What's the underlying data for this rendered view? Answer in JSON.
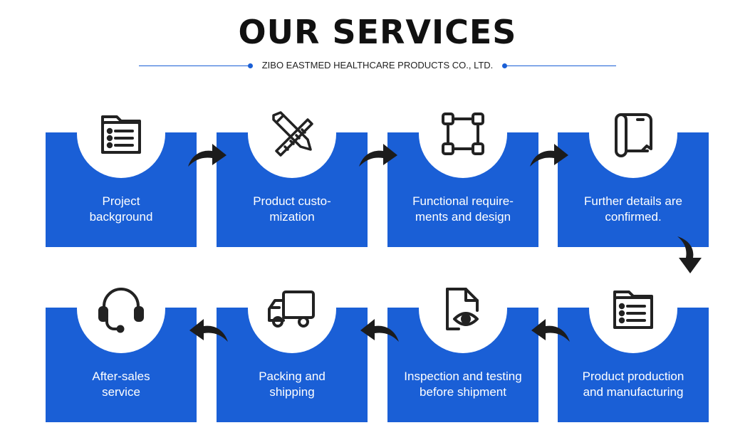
{
  "header": {
    "title": "OUR SERVICES",
    "subtitle": "ZIBO EASTMED HEALTHCARE PRODUCTS CO., LTD."
  },
  "colors": {
    "accent": "#1a5fd6",
    "text_dark": "#111111"
  },
  "steps": [
    {
      "label": "Project\nbackground",
      "icon": "folder-list-icon"
    },
    {
      "label": "Product custo-\nmization",
      "icon": "pencil-ruler-icon"
    },
    {
      "label": "Functional require-\nments and design",
      "icon": "vector-frame-icon"
    },
    {
      "label": "Further details are\nconfirmed.",
      "icon": "scroll-paper-icon"
    },
    {
      "label": "Product production\nand manufacturing",
      "icon": "folder-list-icon"
    },
    {
      "label": "Inspection and testing\nbefore shipment",
      "icon": "document-eye-icon"
    },
    {
      "label": "Packing and\nshipping",
      "icon": "delivery-truck-icon"
    },
    {
      "label": "After-sales\nservice",
      "icon": "headset-icon"
    }
  ]
}
